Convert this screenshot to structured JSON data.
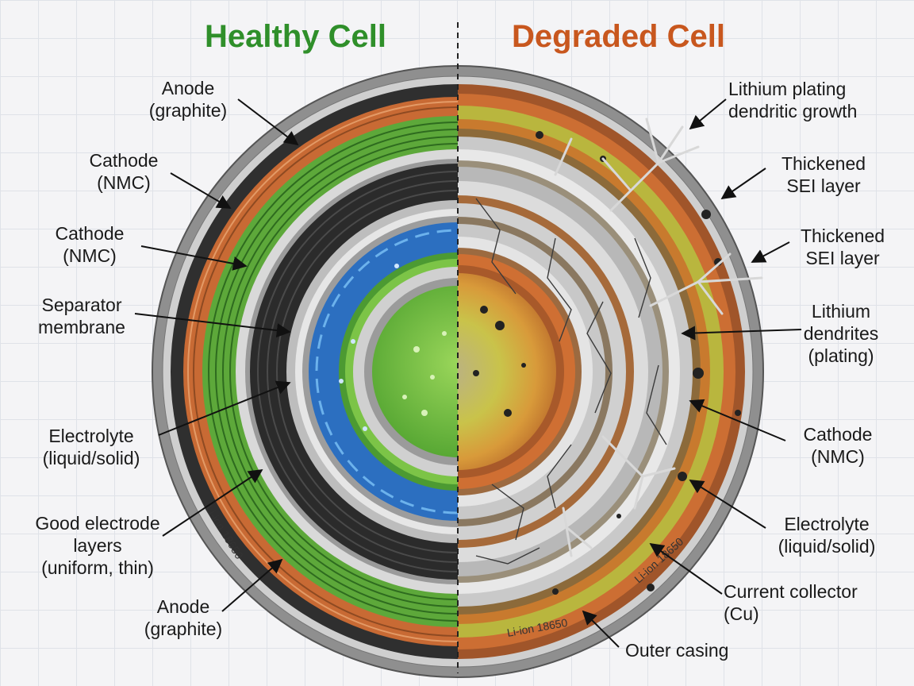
{
  "titles": {
    "healthy": "Healthy Cell",
    "degraded": "Degraded Cell"
  },
  "colors": {
    "healthy_title": "#2f8f2a",
    "degraded_title": "#c8571e"
  },
  "labels_left": {
    "anode_top": [
      "Anode",
      "(graphite)"
    ],
    "cathode_1": [
      "Cathode",
      "(NMC)"
    ],
    "cathode_2": [
      "Cathode",
      "(NMC)"
    ],
    "separator": [
      "Separator",
      "membrane"
    ],
    "electrolyte": [
      "Electrolyte",
      "(liquid/solid)"
    ],
    "good_layers": [
      "Good electrode",
      "layers",
      "(uniform, thin)"
    ],
    "anode_bottom": [
      "Anode",
      "(graphite)"
    ]
  },
  "labels_right": {
    "lithium_plating": [
      "Lithium plating",
      "dendritic growth"
    ],
    "sei_1": [
      "Thickened",
      "SEI layer"
    ],
    "sei_2": [
      "Thickened",
      "SEI layer"
    ],
    "dendrites": [
      "Lithium",
      "dendrites",
      "(plating)"
    ],
    "cathode": [
      "Cathode",
      "(NMC)"
    ],
    "electrolyte": [
      "Electrolyte",
      "(liquid/solid)"
    ],
    "collector": [
      "Current collector",
      "(Cu)"
    ],
    "casing": [
      "Outer casing"
    ]
  },
  "casing_marks": [
    "Li-ion 18650",
    "Li-ion 18650",
    "Li-ion 18650"
  ]
}
